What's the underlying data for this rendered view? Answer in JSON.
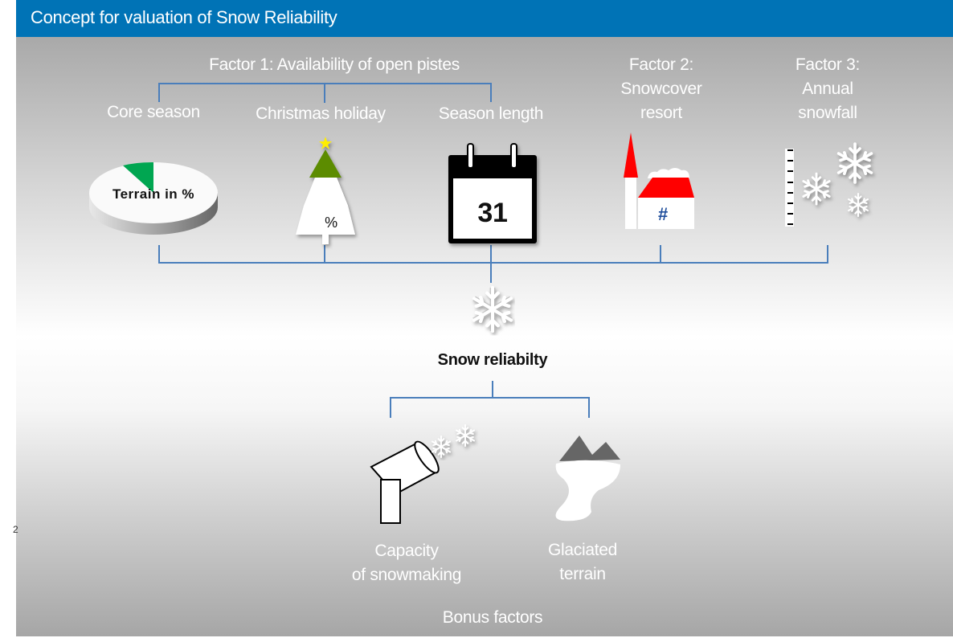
{
  "header": {
    "title": "Concept  for valuation of Snow Reliability"
  },
  "factor1": {
    "title": "Factor 1: Availability of open pistes",
    "core_season": {
      "label": "Core season",
      "icon_text": "Terrain in %"
    },
    "christmas_holiday": {
      "label": "Christmas holiday",
      "icon_text": "%"
    },
    "season_length": {
      "label": "Season length",
      "icon_text": "31"
    }
  },
  "factor2": {
    "line1": "Factor 2:",
    "line2": "Snowcover",
    "line3": "resort",
    "icon_text": "#"
  },
  "factor3": {
    "line1": "Factor 3:",
    "line2": "Annual",
    "line3": "snowfall"
  },
  "result": {
    "label": "Snow reliabilty"
  },
  "bonus": {
    "title": "Bonus factors",
    "snowmaking": {
      "line1": "Capacity",
      "line2": "of snowmaking"
    },
    "glacier": {
      "line1": "Glaciated",
      "line2": "terrain"
    }
  },
  "stray_mark": "2",
  "colors": {
    "header": "#0073b6",
    "connector": "#4a7ebb",
    "pie_slice": "#00a651",
    "tree": "#5b8c00",
    "roof": "#ff0000",
    "star": "#ffee00"
  }
}
